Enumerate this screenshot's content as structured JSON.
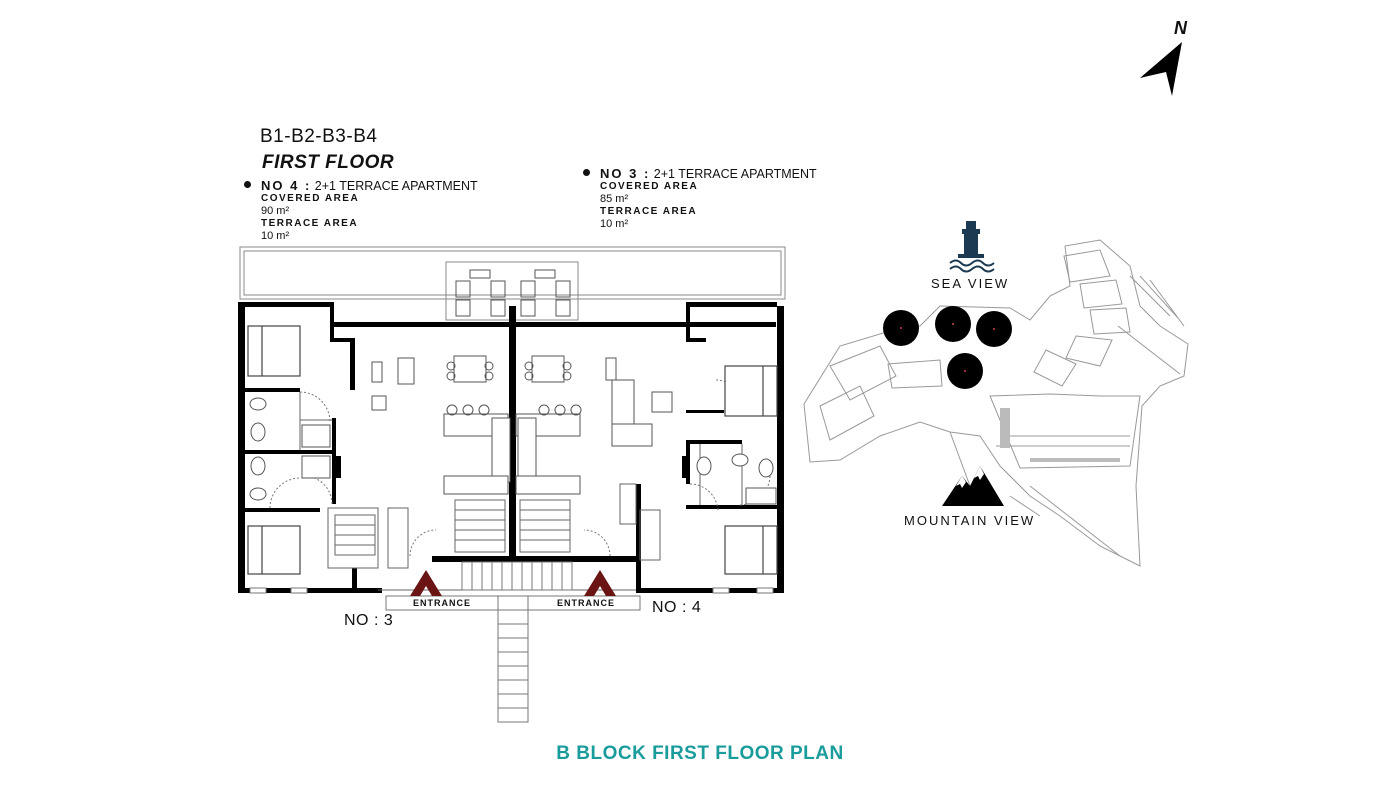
{
  "header": {
    "blocks": "B1-B2-B3-B4",
    "floor": "FIRST FLOOR"
  },
  "apartments": [
    {
      "no": "NO 4 :",
      "type": "2+1  TERRACE APARTMENT",
      "covered_label": "COVERED AREA",
      "covered_value": "90 m²",
      "terrace_label": "TERRACE AREA",
      "terrace_value": "10 m²"
    },
    {
      "no": "NO 3 :",
      "type": "2+1  TERRACE APARTMENT",
      "covered_label": "COVERED AREA",
      "covered_value": "85 m²",
      "terrace_label": "TERRACE AREA",
      "terrace_value": "10 m²"
    }
  ],
  "plan": {
    "unit_left": "NO : 3",
    "unit_right": "NO : 4",
    "entrance_left": "ENTRANCE",
    "entrance_right": "ENTRANCE"
  },
  "site": {
    "sea_view": "SEA VIEW",
    "mountain_view": "MOUNTAIN VIEW",
    "north": "N"
  },
  "title": "B BLOCK FIRST FLOOR PLAN",
  "colors": {
    "title": "#1a9c9c",
    "entrance_arrow": "#6b1414",
    "sea_icon": "#1c3a52",
    "walls": "#000000"
  },
  "icons": [
    "lighthouse-icon",
    "mountain-icon",
    "north-arrow-icon",
    "entrance-arrow-icon"
  ]
}
